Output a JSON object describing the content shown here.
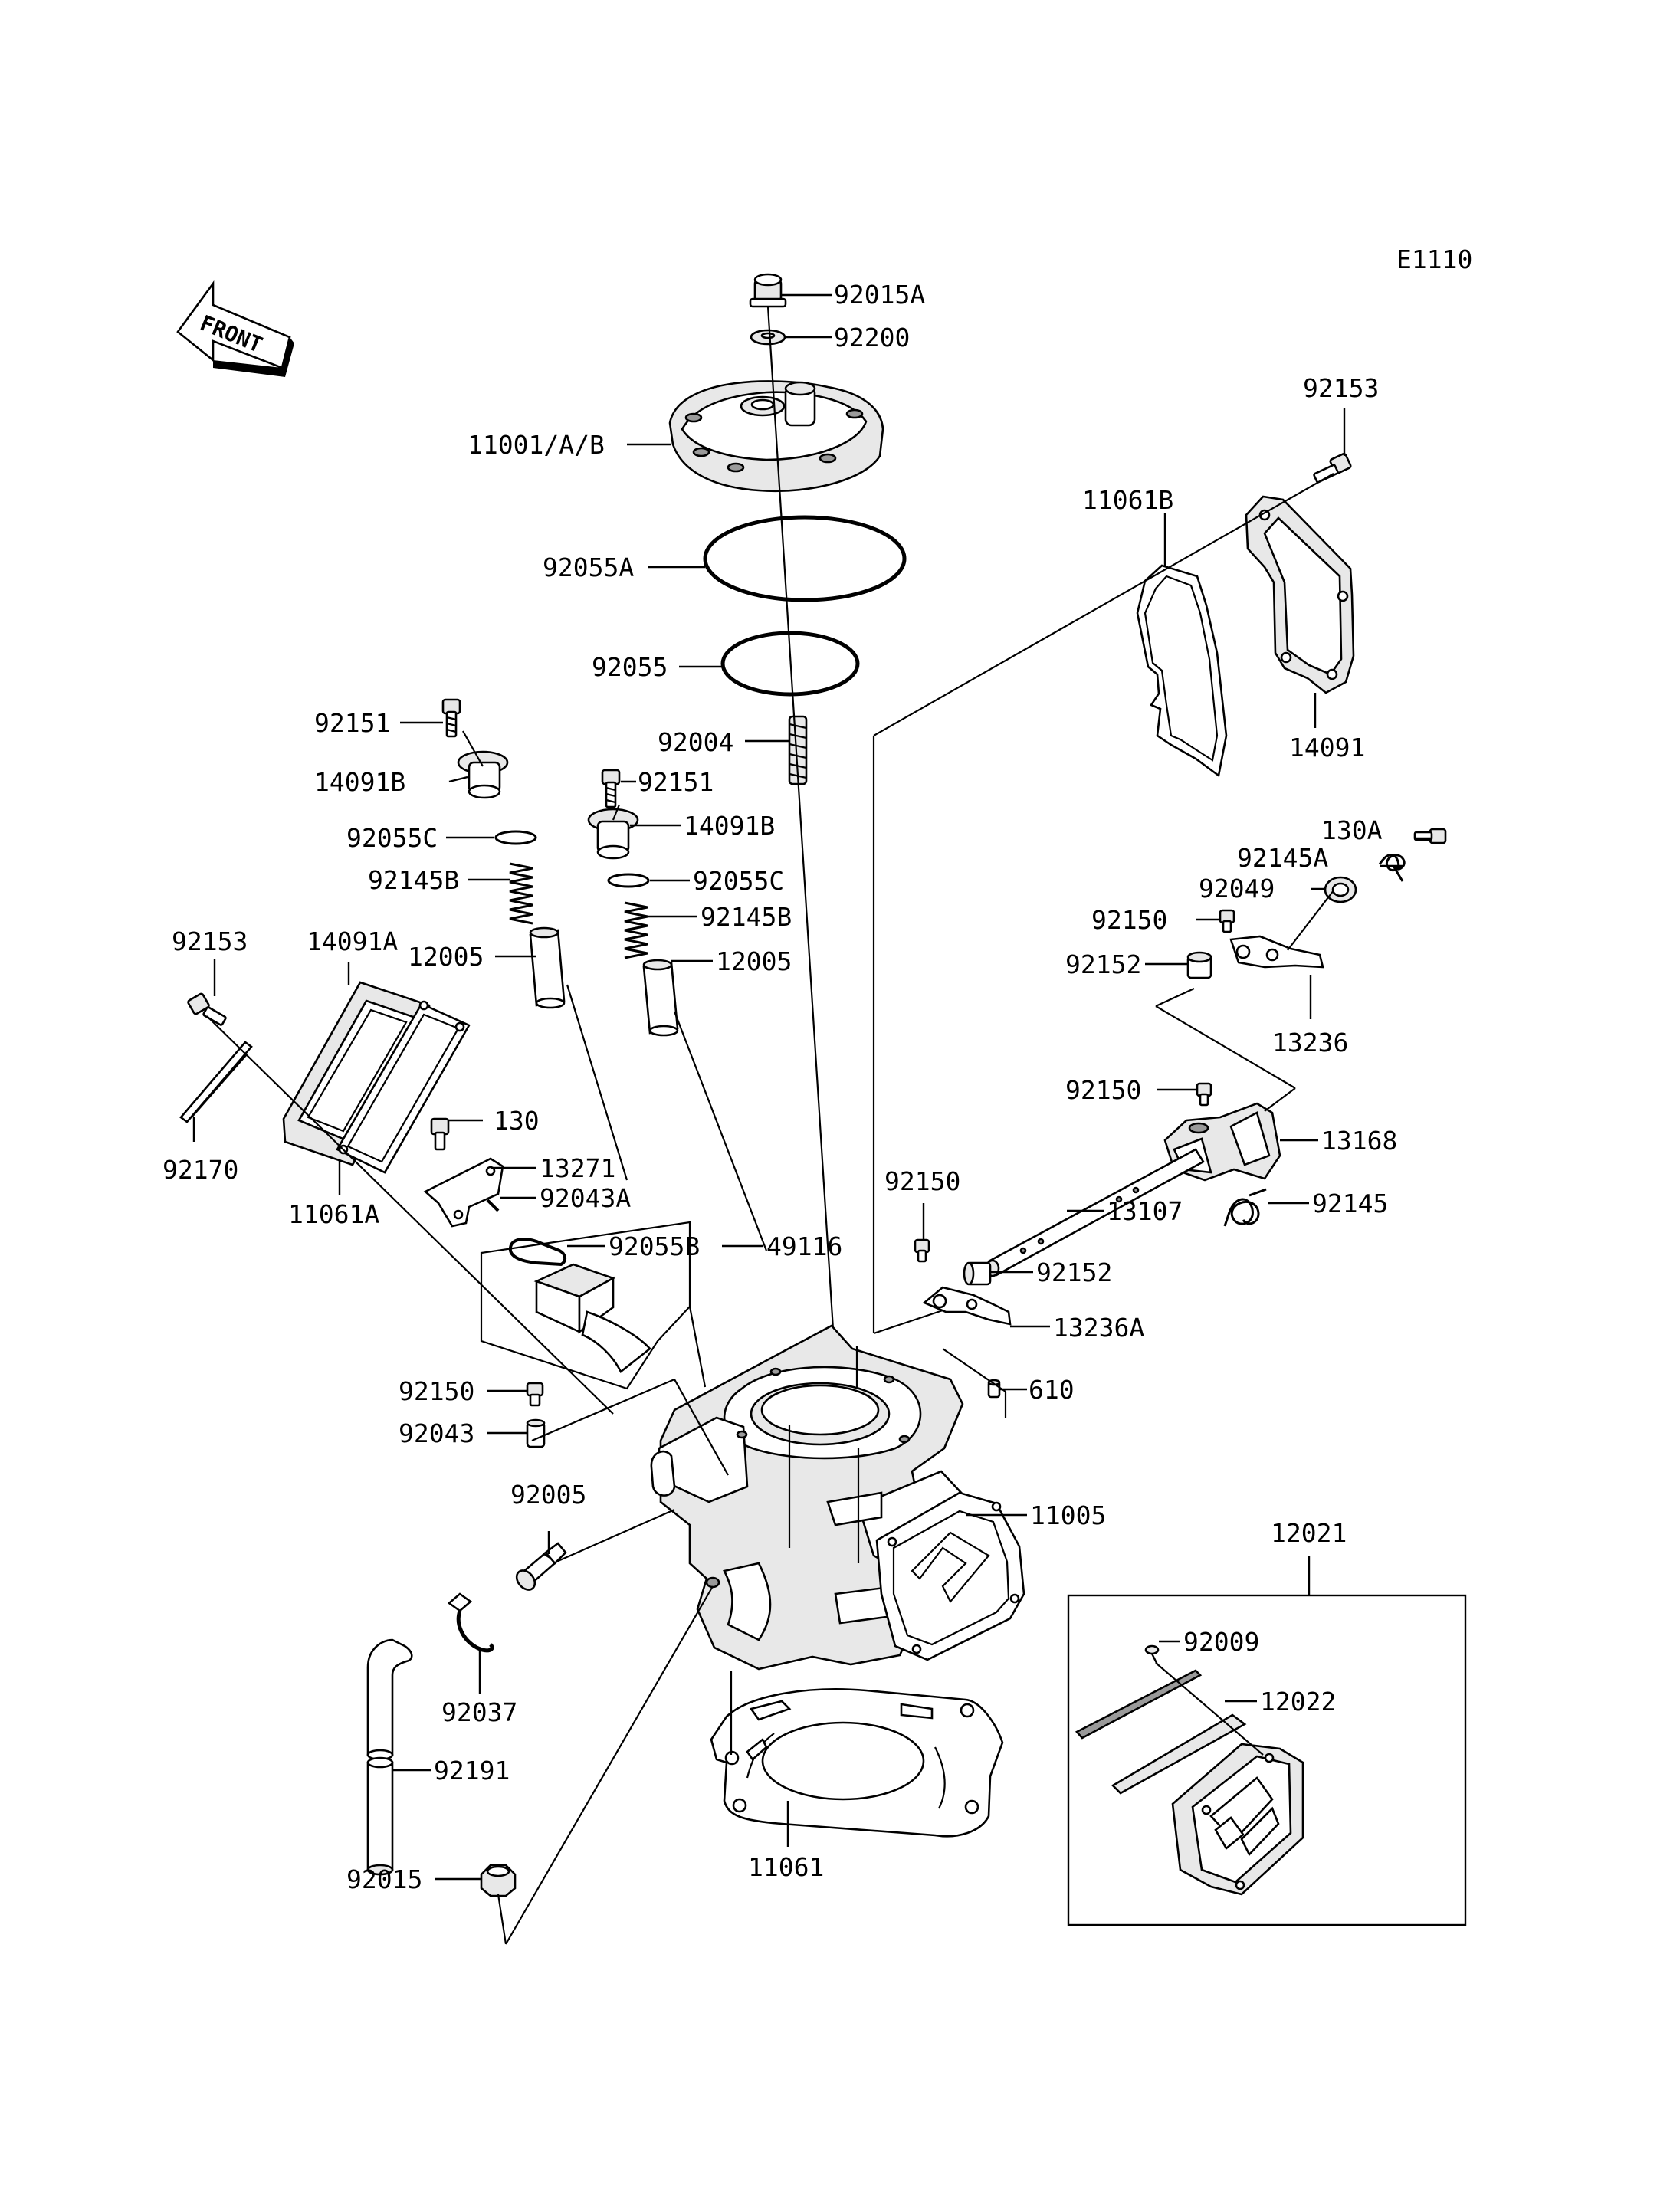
{
  "diagram_code": "E1110",
  "front_label": "FRONT",
  "parts": {
    "p92015A": "92015A",
    "p92200": "92200",
    "p11001AB": "11001/A/B",
    "p92055A": "92055A",
    "p92055": "92055",
    "p92004": "92004",
    "p92151_l": "92151",
    "p14091B_l": "14091B",
    "p92055C_l": "92055C",
    "p92145B_l": "92145B",
    "p12005_l": "12005",
    "p92151_c": "92151",
    "p14091B_c": "14091B",
    "p92055C_c": "92055C",
    "p92145B_c": "92145B",
    "p12005_c": "12005",
    "p92153_l": "92153",
    "p14091A": "14091A",
    "p92170": "92170",
    "p11061A": "11061A",
    "p130": "130",
    "p13271": "13271",
    "p92043A": "92043A",
    "p92055B": "92055B",
    "p49116": "49116",
    "p92153_r": "92153",
    "p11061B": "11061B",
    "p14091": "14091",
    "p130A": "130A",
    "p92145A": "92145A",
    "p92049": "92049",
    "p92150_a": "92150",
    "p92152_a": "92152",
    "p13236": "13236",
    "p92150_b": "92150",
    "p13168": "13168",
    "p92145": "92145",
    "p92150_c": "92150",
    "p13107": "13107",
    "p92152_b": "92152",
    "p13236A": "13236A",
    "p610": "610",
    "p92150_d": "92150",
    "p92043": "92043",
    "p92005": "92005",
    "p11005": "11005",
    "p12021": "12021",
    "p92009": "92009",
    "p12022": "12022",
    "p92037": "92037",
    "p92191": "92191",
    "p92015": "92015",
    "p11061": "11061"
  }
}
